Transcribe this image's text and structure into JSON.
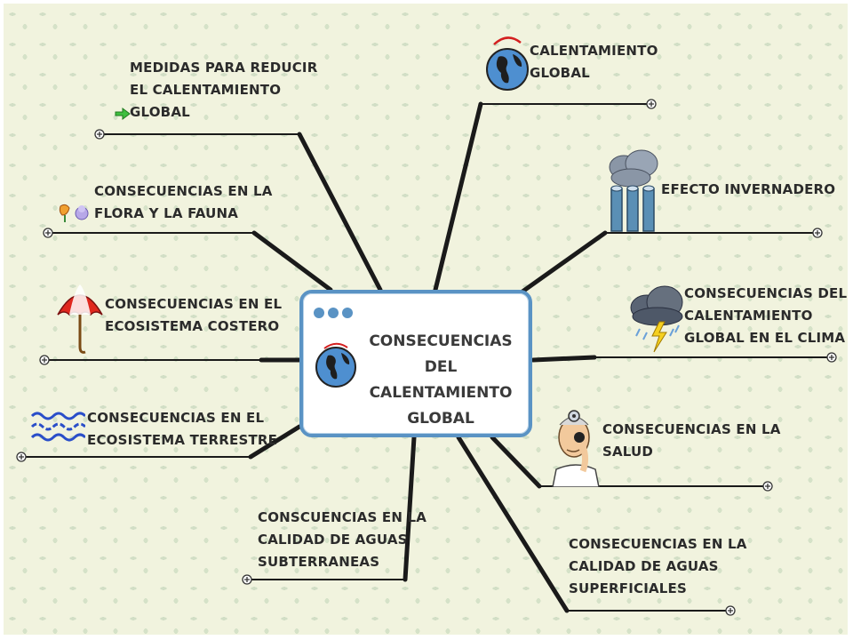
{
  "central_topic": "CONSECUENCIAS DEL\nCALENTAMIENTO\nGLOBAL",
  "branches": {
    "medidas": "MEDIDAS PARA REDUCIR\nEL CALENTAMIENTO\nGLOBAL",
    "flora_fauna": "CONSECUENCIAS EN LA\nFLORA Y LA FAUNA",
    "costero": "CONSECUENCIAS EN EL\nECOSISTEMA COSTERO",
    "terrestre": "CONSECUENCIAS EN EL\nECOSISTEMA TERRESTRE",
    "subterraneas": "CONSCUENCIAS EN LA\nCALIDAD DE AGUAS\nSUBTERRANEAS",
    "calentamiento": "CALENTAMIENTO\nGLOBAL",
    "invernadero": "EFECTO INVERNADERO",
    "clima": "CONSECUENCIAS DEL\nCALENTAMIENTO\nGLOBAL EN EL CLIMA",
    "salud": "CONSECUENCIAS EN LA\nSALUD",
    "superficiales": "CONSECUENCIAS EN LA\nCALIDAD DE AGUAS\nSUPERFICIALES"
  },
  "icons": {
    "medidas": "green-arrow-icon",
    "flora_fauna": "flower-icon",
    "costero": "umbrella-icon",
    "terrestre": "water-waves-icon",
    "calentamiento": "globe-icon",
    "invernadero": "factory-smoke-icon",
    "clima": "storm-cloud-icon",
    "salud": "doctor-icon",
    "central": "globe-icon"
  },
  "colors": {
    "background": "#f1f3de",
    "center_border": "#5a93c4",
    "connector": "#1a1a1a",
    "text": "#2b2b2b"
  }
}
